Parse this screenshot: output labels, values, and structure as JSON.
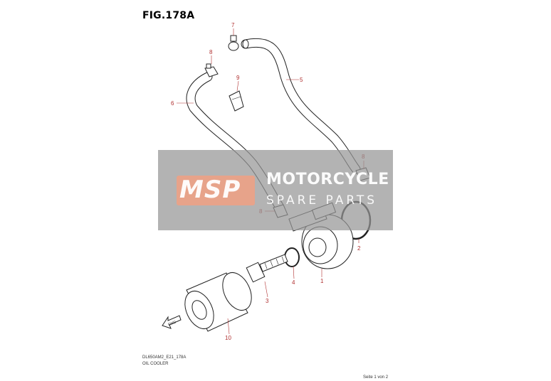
{
  "figure": {
    "title": "FIG.178A"
  },
  "callouts": [
    {
      "id": "part-1",
      "number": "1"
    },
    {
      "id": "part-2",
      "number": "2"
    },
    {
      "id": "part-3",
      "number": "3"
    },
    {
      "id": "part-4",
      "number": "4"
    },
    {
      "id": "part-5",
      "number": "5"
    },
    {
      "id": "part-6",
      "number": "6"
    },
    {
      "id": "part-7",
      "number": "7"
    },
    {
      "id": "part-8a",
      "number": "8"
    },
    {
      "id": "part-8b",
      "number": "8"
    },
    {
      "id": "part-8c",
      "number": "8"
    },
    {
      "id": "part-9",
      "number": "9"
    },
    {
      "id": "part-10",
      "number": "10"
    }
  ],
  "direction_arrow": {
    "label": "FWD"
  },
  "footer": {
    "code": "DL650AM2_E21_178A",
    "name": "OIL COOLER",
    "page": "Seite 1 von 2"
  },
  "watermark": {
    "logo_text": "MSP",
    "name": "MOTORCYCLE",
    "sub": "SPARE PARTS"
  },
  "colors": {
    "callout": "#b03030",
    "watermark_box": "#969696",
    "watermark_logo": "#f0a082"
  }
}
